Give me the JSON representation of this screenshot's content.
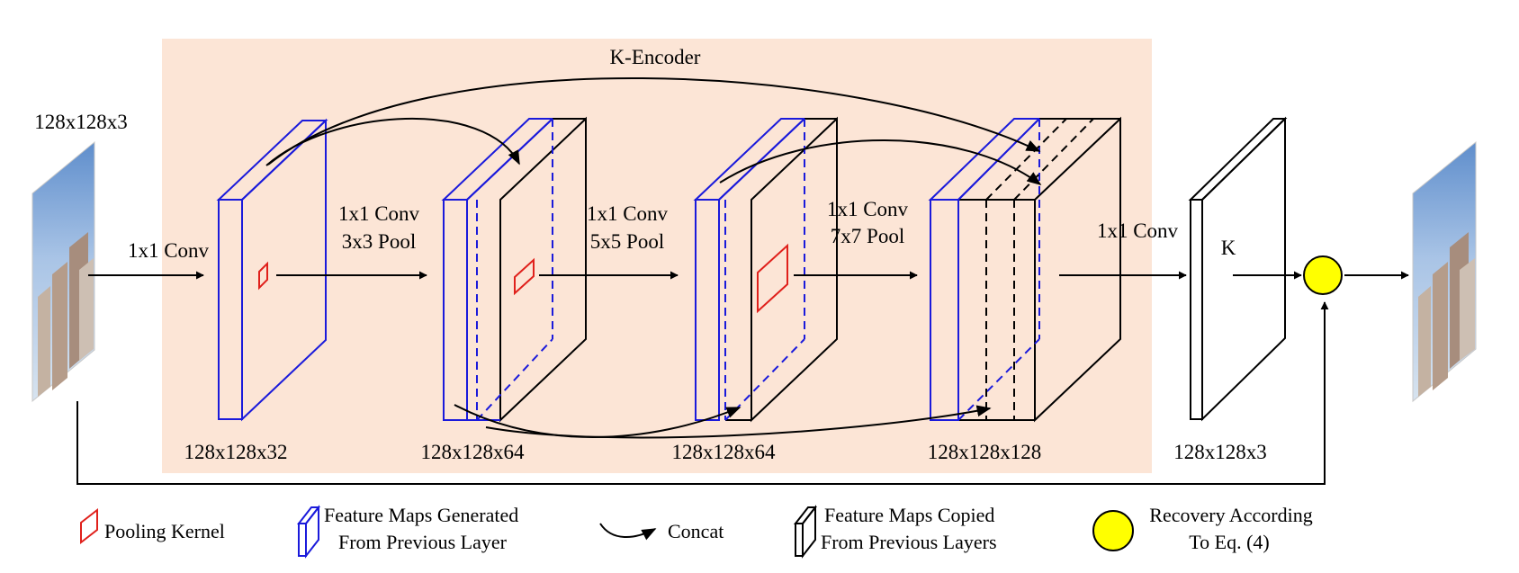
{
  "encoder": {
    "title": "K-Encoder"
  },
  "input": {
    "size_label": "128x128x3"
  },
  "ops": {
    "conv_a": "1x1 Conv",
    "stage1": {
      "line1": "1x1 Conv",
      "line2": "3x3 Pool"
    },
    "stage2": {
      "line1": "1x1 Conv",
      "line2": "5x5 Pool"
    },
    "stage3": {
      "line1": "1x1 Conv",
      "line2": "7x7 Pool"
    },
    "conv_out": "1x1 Conv",
    "k_label": "K"
  },
  "sizes": {
    "layer1": "128x128x32",
    "layer2": "128x128x64",
    "layer3": "128x128x64",
    "layer4": "128x128x128",
    "k_layer": "128x128x3"
  },
  "legend": {
    "pooling": "Pooling Kernel",
    "generated_line1": "Feature Maps Generated",
    "generated_line2": "From Previous Layer",
    "concat": "Concat",
    "copied_line1": "Feature Maps Copied",
    "copied_line2": "From Previous Layers",
    "recovery_line1": "Recovery According",
    "recovery_line2": "To Eq. (4)"
  },
  "colors": {
    "encoder_bg": "#fce5d6",
    "generated": "#1a1adb",
    "copied": "#000000",
    "pooling": "#e0201b",
    "recovery": "#ffff00"
  }
}
